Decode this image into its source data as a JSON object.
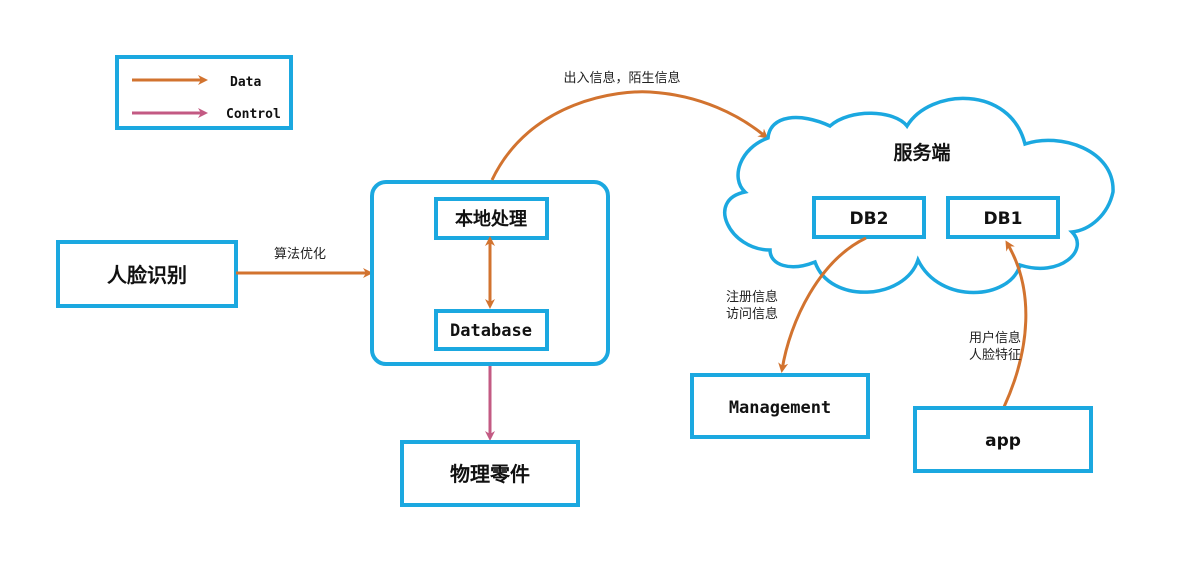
{
  "colors": {
    "box_border": "#1ba8e0",
    "data_arrow": "#d2732f",
    "control_arrow": "#c35a83",
    "text": "#111111"
  },
  "legend": {
    "items": [
      {
        "label": "Data",
        "kind": "data"
      },
      {
        "label": "Control",
        "kind": "control"
      }
    ]
  },
  "nodes": {
    "face_recognition": "人脸识别",
    "local_processing": "本地处理",
    "database": "Database",
    "physical_parts": "物理零件",
    "server": "服务端",
    "db2": "DB2",
    "db1": "DB1",
    "management": "Management",
    "app": "app"
  },
  "edges": {
    "algo_optimization": "算法优化",
    "access_info": "出入信息，陌生信息",
    "register_info": [
      "注册信息",
      "访问信息"
    ],
    "user_info": [
      "用户信息",
      "人脸特征"
    ]
  }
}
